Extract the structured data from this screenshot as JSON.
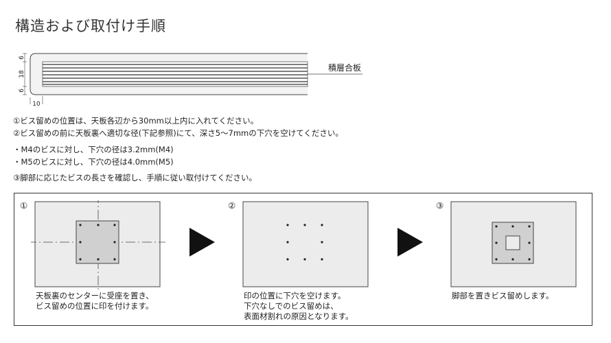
{
  "title": "構造および取付け手順",
  "section_diagram": {
    "laminate_label": "積層合板",
    "dim_top": "6",
    "dim_middle": "18",
    "dim_bottom": "6",
    "dim_horizontal": "10"
  },
  "notes": {
    "note1": "①ビス留めの位置は、天板各辺から30mm以上内に入れてください。",
    "note2": "②ビス留めの前に天板裏へ適切な径(下記参照)にて、深さ5～7mmの下穴を空けてください。",
    "m4": "・M4のビスに対し、下穴の径は3.2mm(M4)",
    "m5": "・M5のビスに対し、下穴の径は4.0mm(M5)",
    "note3": "③脚部に応じたビスの長さを確認し、手順に従い取付けてください。"
  },
  "steps": [
    {
      "num": "①",
      "caption_lines": [
        "天板裏のセンターに受座を置き、",
        "ビス留めの位置に印を付けます。"
      ]
    },
    {
      "num": "②",
      "caption_lines": [
        "印の位置に下穴を空けます。",
        "下穴なしでのビス留めは、",
        "表面材割れの原因となります。"
      ]
    },
    {
      "num": "③",
      "caption_lines": [
        "脚部を置きビス留めします。"
      ]
    }
  ],
  "colors": {
    "panel_fill": "#ececec",
    "plate_fill": "#d0d0d0",
    "stroke": "#333333"
  }
}
